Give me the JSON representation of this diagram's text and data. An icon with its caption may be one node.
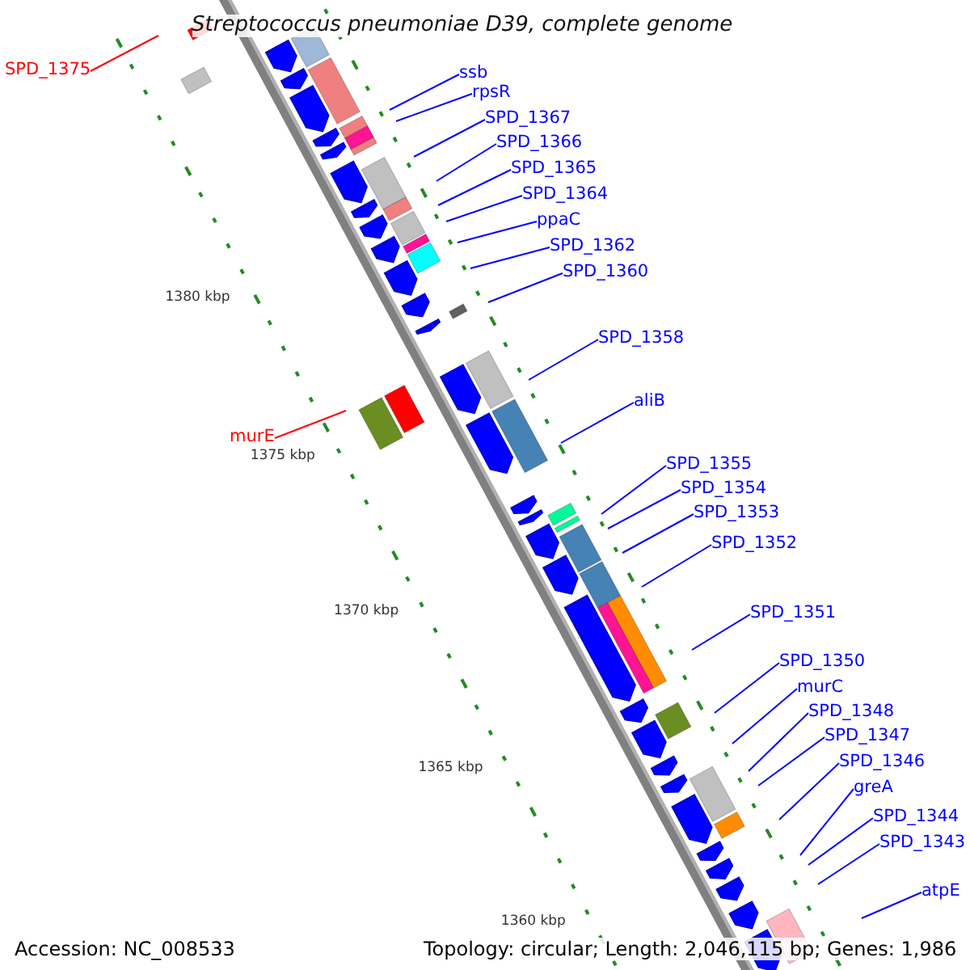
{
  "diagram": {
    "title": "Streptococcus pneumoniae D39, complete genome",
    "nodes": [
      {
        "text": [
          "SPD_1375"
        ]
      },
      {
        "text": [
          "ssb"
        ]
      },
      {
        "text": [
          "rpsR"
        ]
      },
      {
        "text": [
          "SPD_1367"
        ]
      },
      {
        "text": [
          "SPD_1366"
        ]
      },
      {
        "text": [
          "SPD_1365"
        ]
      },
      {
        "text": [
          "SPD_1364"
        ]
      },
      {
        "text": [
          "ppaC"
        ]
      },
      {
        "text": [
          "SPD_1362"
        ]
      },
      {
        "text": [
          "SPD_1360"
        ]
      },
      {
        "text": [
          "SPD_1358"
        ]
      },
      {
        "text": [
          "aliB"
        ]
      },
      {
        "text": [
          "murE"
        ]
      },
      {
        "text": [
          "SPD_1355"
        ]
      },
      {
        "text": [
          "SPD_1354"
        ]
      },
      {
        "text": [
          "SPD_1353"
        ]
      },
      {
        "text": [
          "SPD_1352"
        ]
      },
      {
        "text": [
          "SPD_1351"
        ]
      },
      {
        "text": [
          "SPD_1350"
        ]
      },
      {
        "text": [
          "murC"
        ]
      },
      {
        "text": [
          "SPD_1348"
        ]
      },
      {
        "text": [
          "SPD_1347"
        ]
      },
      {
        "text": [
          "SPD_1346"
        ]
      },
      {
        "text": [
          "greA"
        ]
      },
      {
        "text": [
          "SPD_1344"
        ]
      },
      {
        "text": [
          "SPD_1343"
        ]
      },
      {
        "text": [
          "atpE"
        ]
      }
    ],
    "edges": [
      {
        "from": 0,
        "to": null,
        "arrow": "none",
        "color": "#ff0000"
      },
      {
        "from": 1,
        "to": null,
        "arrow": "none"
      },
      {
        "from": 2,
        "to": null,
        "arrow": "none"
      },
      {
        "from": 3,
        "to": null,
        "arrow": "none"
      },
      {
        "from": 4,
        "to": null,
        "arrow": "none"
      },
      {
        "from": 5,
        "to": null,
        "arrow": "none"
      },
      {
        "from": 6,
        "to": null,
        "arrow": "none"
      },
      {
        "from": 7,
        "to": null,
        "arrow": "none"
      },
      {
        "from": 8,
        "to": null,
        "arrow": "none"
      },
      {
        "from": 9,
        "to": null,
        "arrow": "none"
      },
      {
        "from": 10,
        "to": null,
        "arrow": "none"
      },
      {
        "from": 11,
        "to": null,
        "arrow": "none"
      },
      {
        "from": 12,
        "to": null,
        "arrow": "none",
        "color": "#ff0000"
      },
      {
        "from": 13,
        "to": null,
        "arrow": "none"
      },
      {
        "from": 14,
        "to": null,
        "arrow": "none"
      },
      {
        "from": 15,
        "to": null,
        "arrow": "none"
      },
      {
        "from": 16,
        "to": null,
        "arrow": "none"
      },
      {
        "from": 17,
        "to": null,
        "arrow": "none"
      },
      {
        "from": 18,
        "to": null,
        "arrow": "none"
      },
      {
        "from": 19,
        "to": null,
        "arrow": "none"
      },
      {
        "from": 20,
        "to": null,
        "arrow": "none"
      },
      {
        "from": 21,
        "to": null,
        "arrow": "none"
      },
      {
        "from": 22,
        "to": null,
        "arrow": "none"
      },
      {
        "from": 23,
        "to": null,
        "arrow": "none"
      },
      {
        "from": 24,
        "to": null,
        "arrow": "none"
      },
      {
        "from": 25,
        "to": null,
        "arrow": "none"
      },
      {
        "from": 26,
        "to": null,
        "arrow": "none"
      }
    ],
    "labels": [
      "1380 kbp",
      "1375 kbp",
      "1370 kbp",
      "1365 kbp",
      "1360 kbp",
      "Accession: NC_008533",
      "Topology: circular; Length: 2,046,115 bp; Genes: 1,986"
    ]
  }
}
